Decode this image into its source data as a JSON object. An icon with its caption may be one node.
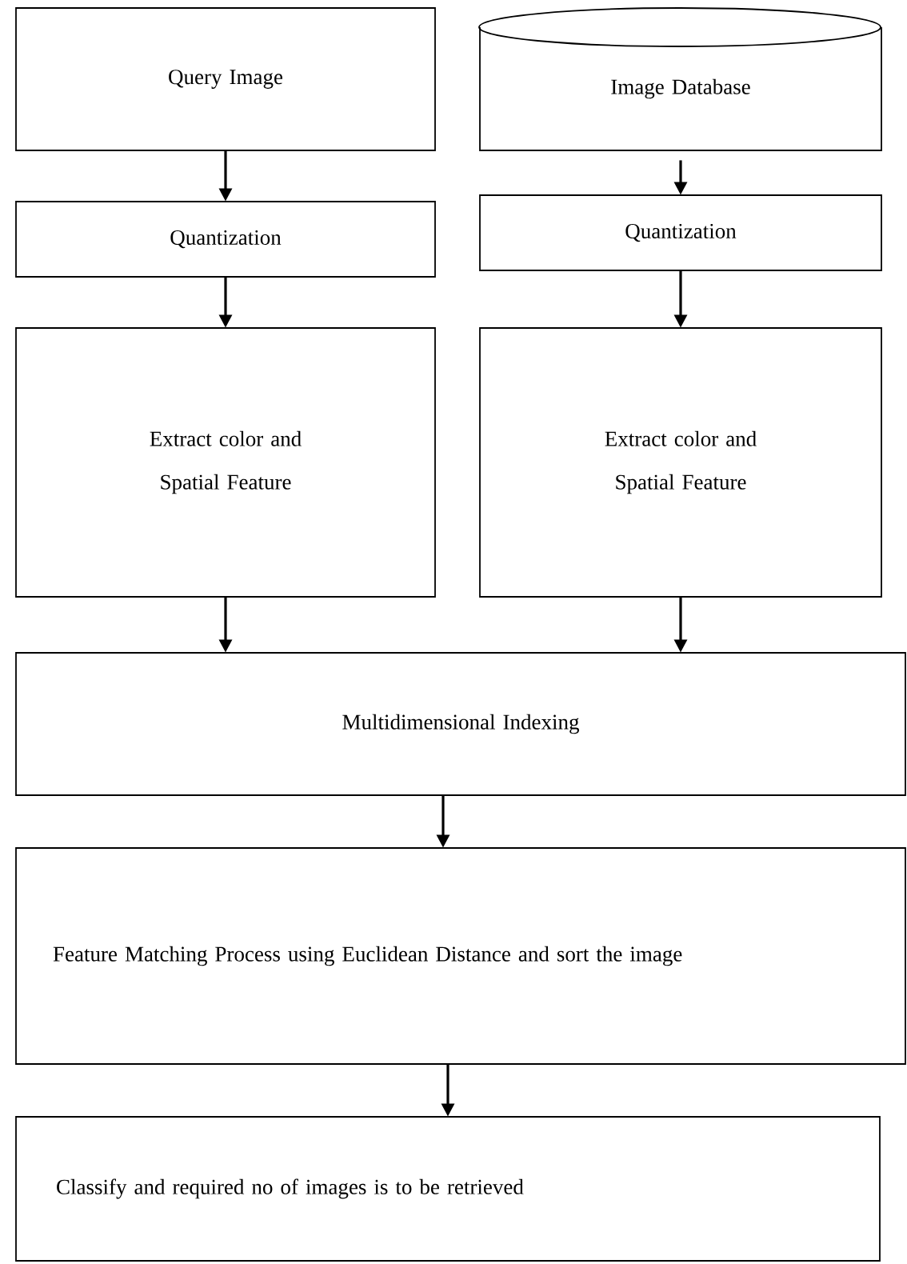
{
  "diagram": {
    "nodes": [
      {
        "text": [
          "Query Image"
        ]
      },
      {
        "text": [
          "Image Database"
        ]
      },
      {
        "text": [
          "Quantization"
        ]
      },
      {
        "text": [
          "Quantization"
        ]
      },
      {
        "text": [
          "Extract color and Spatial Feature"
        ]
      },
      {
        "text": [
          "Extract color and Spatial Feature"
        ]
      },
      {
        "text": [
          "Multidimensional Indexing"
        ]
      },
      {
        "text": [
          "Feature Matching Process using Euclidean Distance and sort the image"
        ]
      },
      {
        "text": [
          "Classify and required no of images is to be retrieved"
        ]
      }
    ],
    "edges": [
      {
        "from": 0,
        "to": 2,
        "arrow": "to"
      },
      {
        "from": 1,
        "to": 3,
        "arrow": "to"
      },
      {
        "from": 2,
        "to": 4,
        "arrow": "to"
      },
      {
        "from": 3,
        "to": 5,
        "arrow": "to"
      },
      {
        "from": 4,
        "to": 6,
        "arrow": "to"
      },
      {
        "from": 5,
        "to": 6,
        "arrow": "to"
      },
      {
        "from": 6,
        "to": 7,
        "arrow": "to"
      },
      {
        "from": 7,
        "to": 8,
        "arrow": "to"
      }
    ]
  }
}
